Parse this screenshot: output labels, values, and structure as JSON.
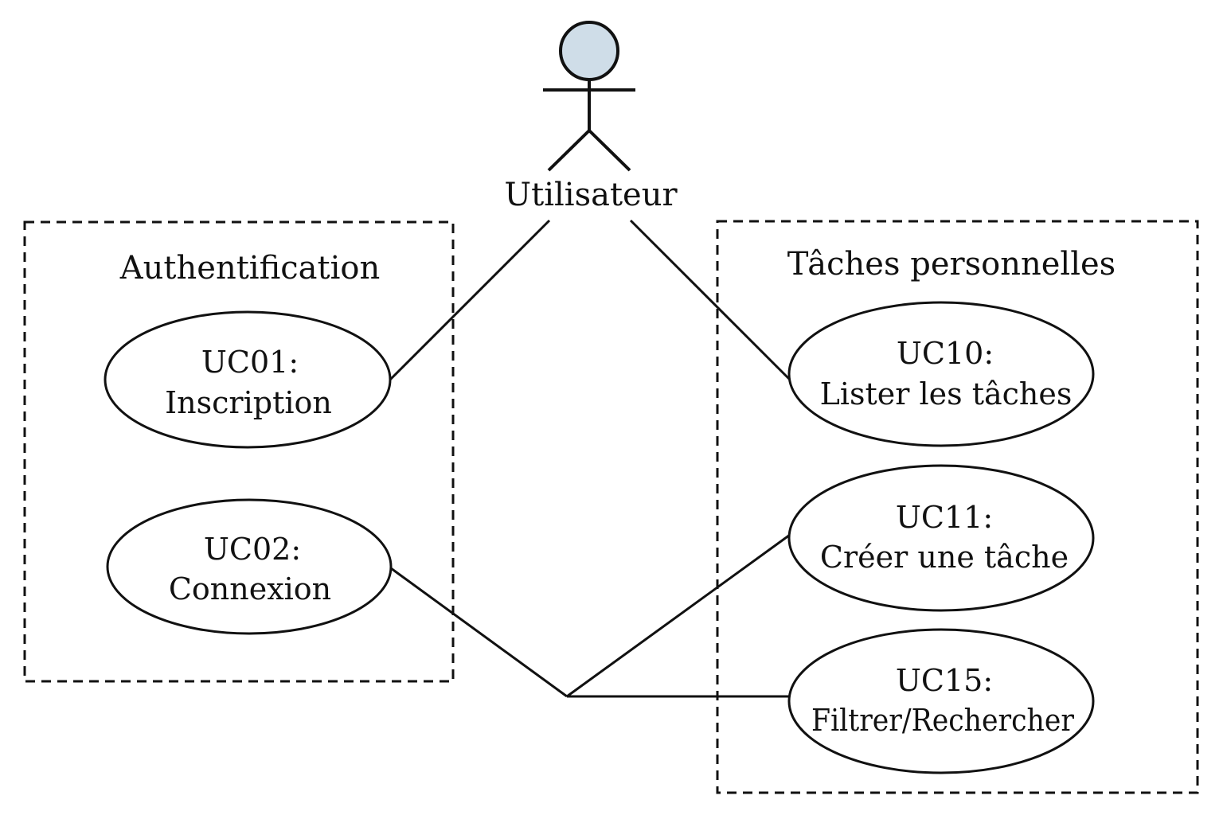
{
  "actor": {
    "name": "Utilisateur",
    "head_fill": "#cfdde8"
  },
  "groups": {
    "auth": {
      "title": "Authentification"
    },
    "tasks": {
      "title": "Tâches personnelles"
    }
  },
  "use_cases": {
    "uc01": {
      "id": "UC01:",
      "label": "Inscription"
    },
    "uc02": {
      "id": "UC02:",
      "label": "Connexion"
    },
    "uc10": {
      "id": "UC10:",
      "label": "Lister les tâches"
    },
    "uc11": {
      "id": "UC11:",
      "label": "Créer une tâche"
    },
    "uc15": {
      "id": "UC15:",
      "label": "Filtrer/Rechercher"
    }
  }
}
